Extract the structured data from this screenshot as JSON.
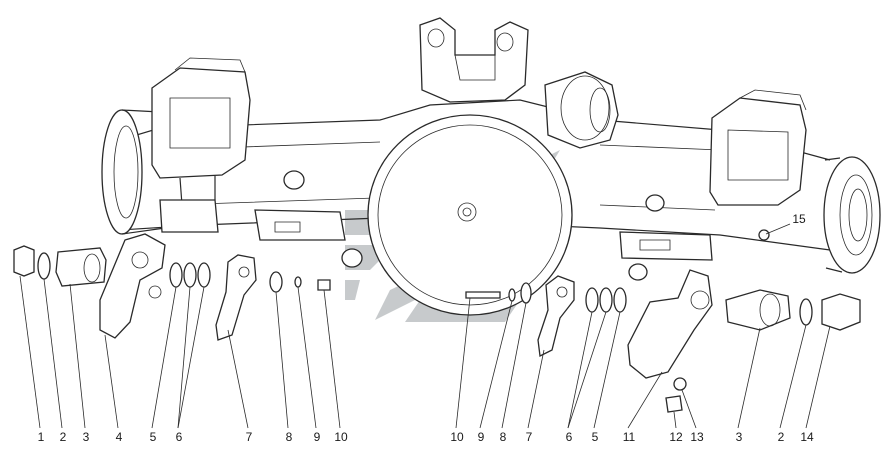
{
  "diagram": {
    "watermark_color": "#9aa0a4",
    "line_color": "#2a2a2a",
    "callouts": [
      {
        "id": "c1",
        "label": "1"
      },
      {
        "id": "c2",
        "label": "2"
      },
      {
        "id": "c3",
        "label": "3"
      },
      {
        "id": "c4",
        "label": "4"
      },
      {
        "id": "c5",
        "label": "5"
      },
      {
        "id": "c6",
        "label": "6"
      },
      {
        "id": "c7",
        "label": "7"
      },
      {
        "id": "c8",
        "label": "8"
      },
      {
        "id": "c9",
        "label": "9"
      },
      {
        "id": "c10",
        "label": "10"
      },
      {
        "id": "c10b",
        "label": "10"
      },
      {
        "id": "c9b",
        "label": "9"
      },
      {
        "id": "c8b",
        "label": "8"
      },
      {
        "id": "c7b",
        "label": "7"
      },
      {
        "id": "c6b",
        "label": "6"
      },
      {
        "id": "c5b",
        "label": "5"
      },
      {
        "id": "c11",
        "label": "11"
      },
      {
        "id": "c3b",
        "label": "3"
      },
      {
        "id": "c2b",
        "label": "2"
      },
      {
        "id": "c14",
        "label": "14"
      },
      {
        "id": "c12",
        "label": "12"
      },
      {
        "id": "c13",
        "label": "13"
      },
      {
        "id": "c15",
        "label": "15"
      }
    ]
  }
}
